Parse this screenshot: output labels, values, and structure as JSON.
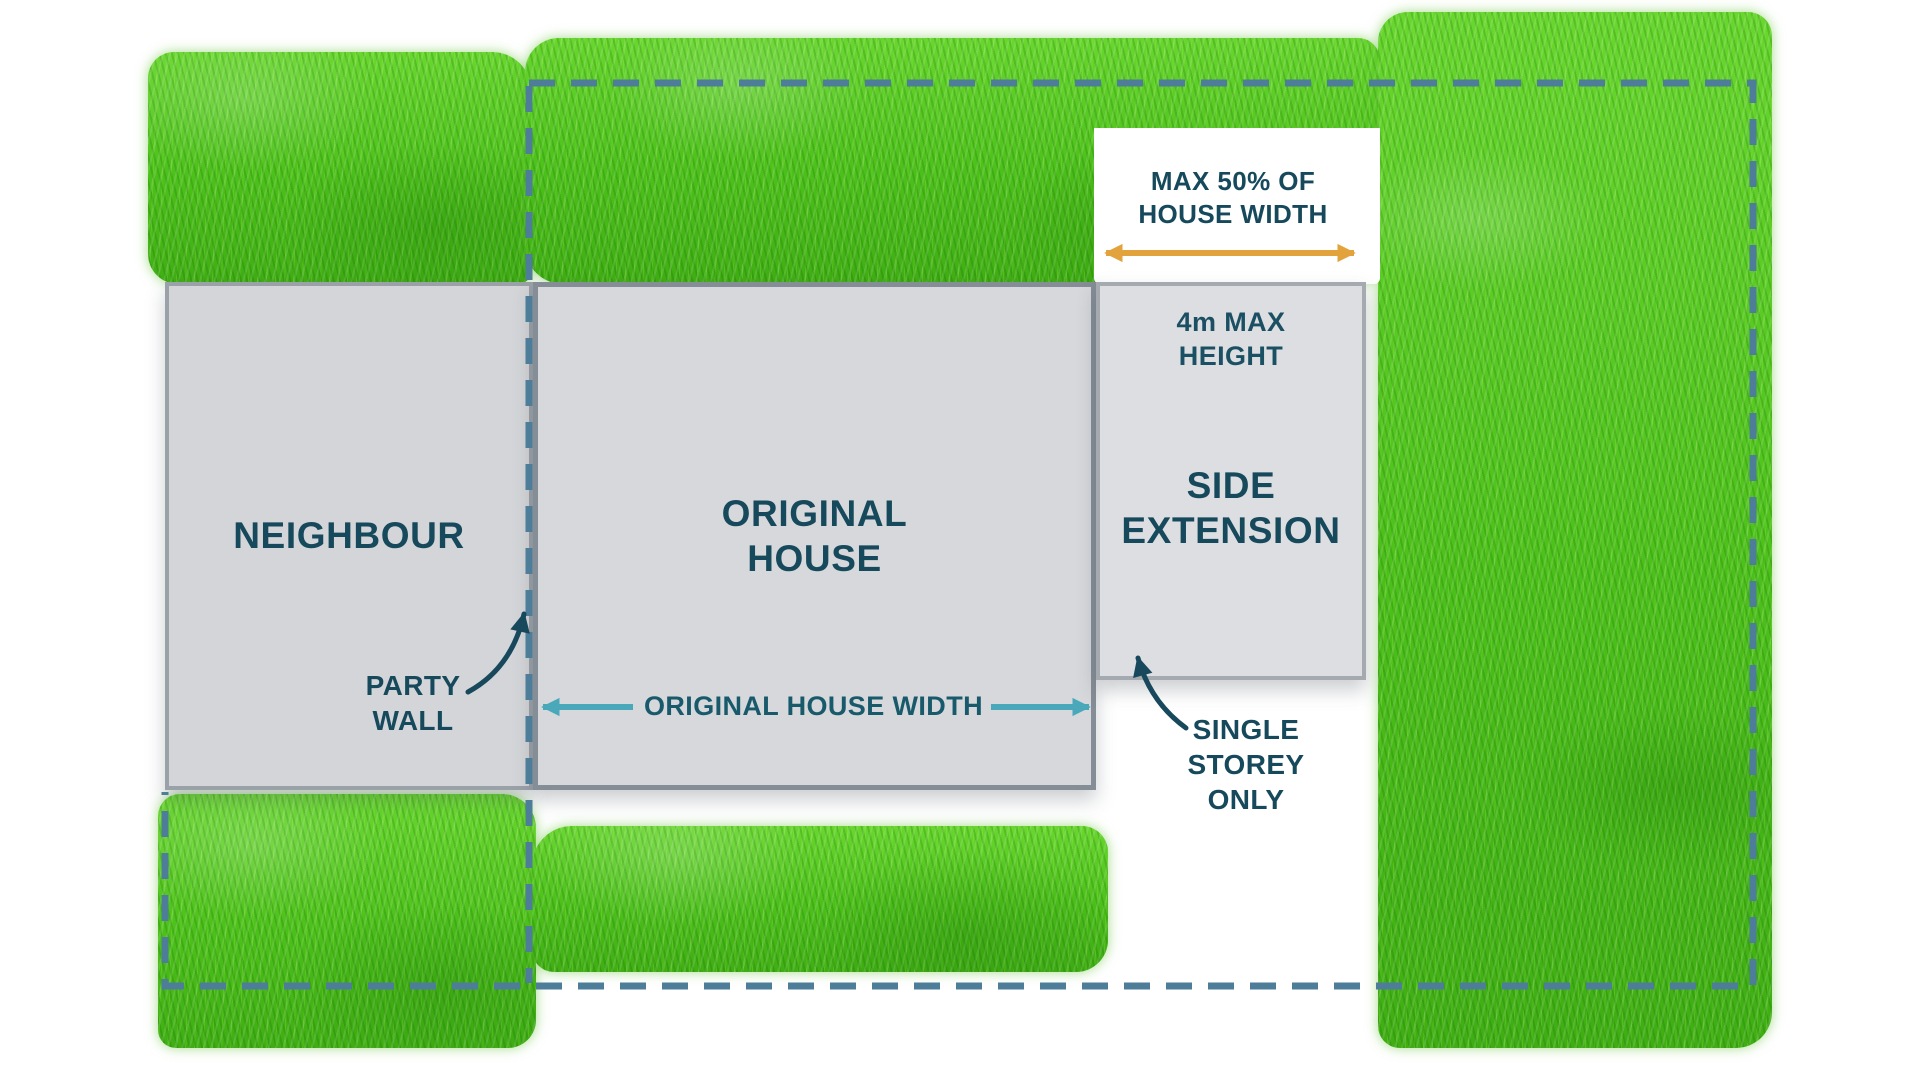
{
  "blocks": {
    "neighbour": "NEIGHBOUR",
    "original_house": "ORIGINAL HOUSE",
    "side_extension": "SIDE EXTENSION"
  },
  "annotations": {
    "max_width": "MAX 50% OF HOUSE WIDTH",
    "max_height": "4m MAX HEIGHT",
    "party_wall": "PARTY WALL",
    "house_width": "ORIGINAL HOUSE WIDTH",
    "single_storey": "SINGLE STOREY ONLY"
  },
  "colors": {
    "grass_green": "#4cc01a",
    "boundary_dash_blue": "#4d7d99",
    "text_dark_teal": "#17495c",
    "arrow_orange": "#e2a33c",
    "arrow_teal": "#49a8ba",
    "block_fill_gray": "#d6d8db",
    "block_border_gray": "#858d96",
    "background": "#ffffff"
  }
}
